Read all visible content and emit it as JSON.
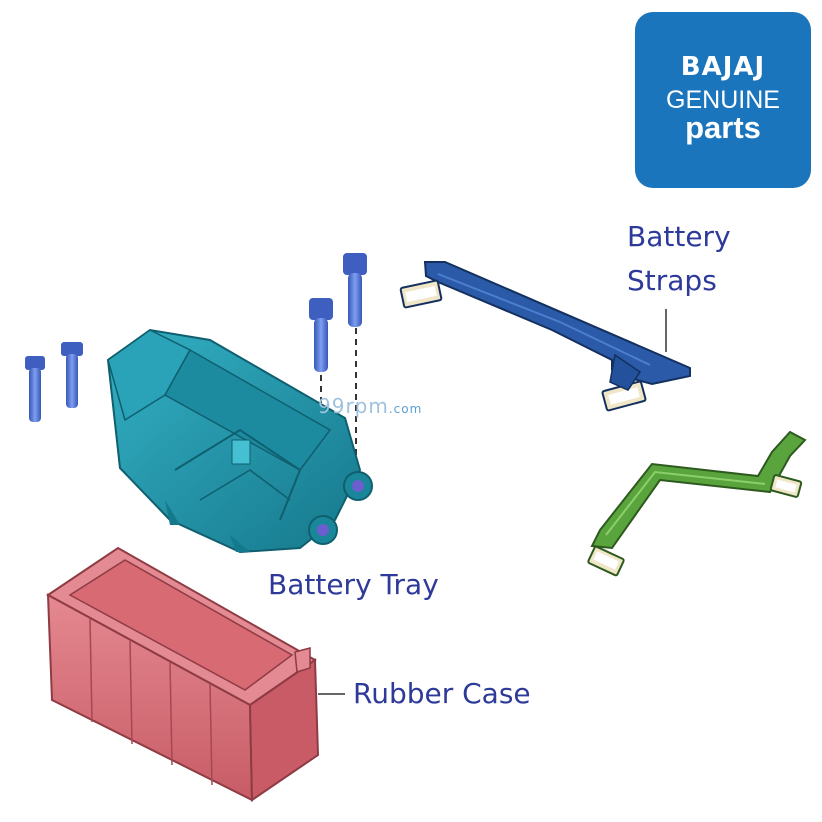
{
  "logo": {
    "brand": "BAJAJ",
    "line2": "GENUINE",
    "line3": "parts",
    "color": "#1b75bc"
  },
  "labels": {
    "straps_line1": "Battery",
    "straps_line2": "Straps",
    "tray": "Battery Tray",
    "case": "Rubber Case"
  },
  "watermark": {
    "main": "99rpm",
    "suffix": ".com"
  },
  "colors": {
    "label_text": "#2e3a9a",
    "tray": "#1e93a8",
    "bolts": "#4a6fcc",
    "rubber_case": "#d9727a",
    "strap_blue": "#23519c",
    "strap_green": "#4f9a3a"
  }
}
